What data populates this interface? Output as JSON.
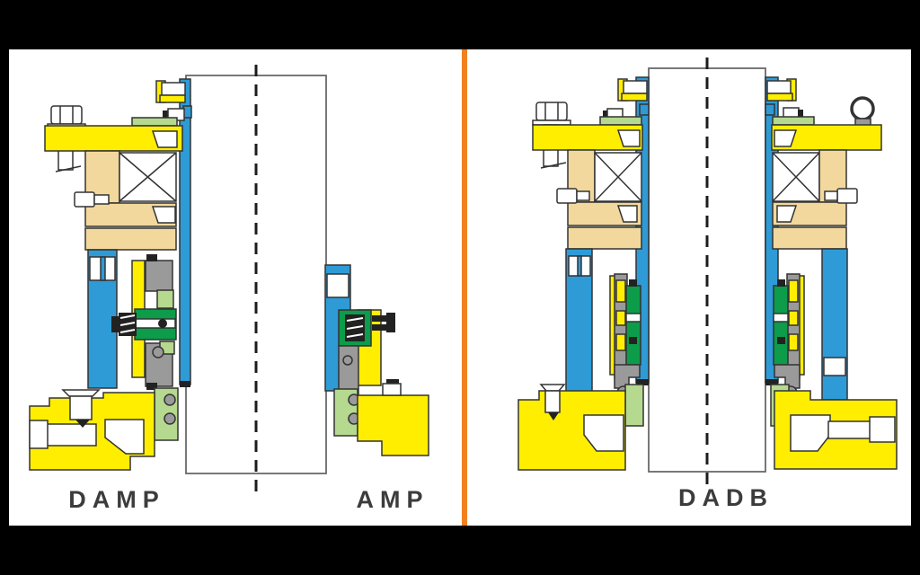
{
  "palette": {
    "page_bg": "#000000",
    "panel_bg": "#ffffff",
    "orange_divider": "#f08020",
    "yellow": "#ffee00",
    "tan": "#f2d89c",
    "blue": "#2e9bd6",
    "light_green": "#b5d98e",
    "dark_green": "#0c9c4a",
    "gray": "#9a9a9a",
    "outline": "#333333",
    "shaft_outline": "#6a6a6a",
    "label": "#3c3c3c"
  },
  "icons": {
    "hex_bolt": "hex-head-bolt",
    "eye_bolt": "lifting-eye-ring",
    "bearing": "crossed-box-bearing-symbol",
    "flush_port": "funnel-port",
    "spring": "coil-spring",
    "centerline": "dashed-shaft-centerline"
  },
  "diagrams": {
    "left": {
      "labels": {
        "damp": "DAMP",
        "amp": "AMP"
      }
    },
    "right": {
      "labels": {
        "dadb": "DADB"
      }
    }
  }
}
